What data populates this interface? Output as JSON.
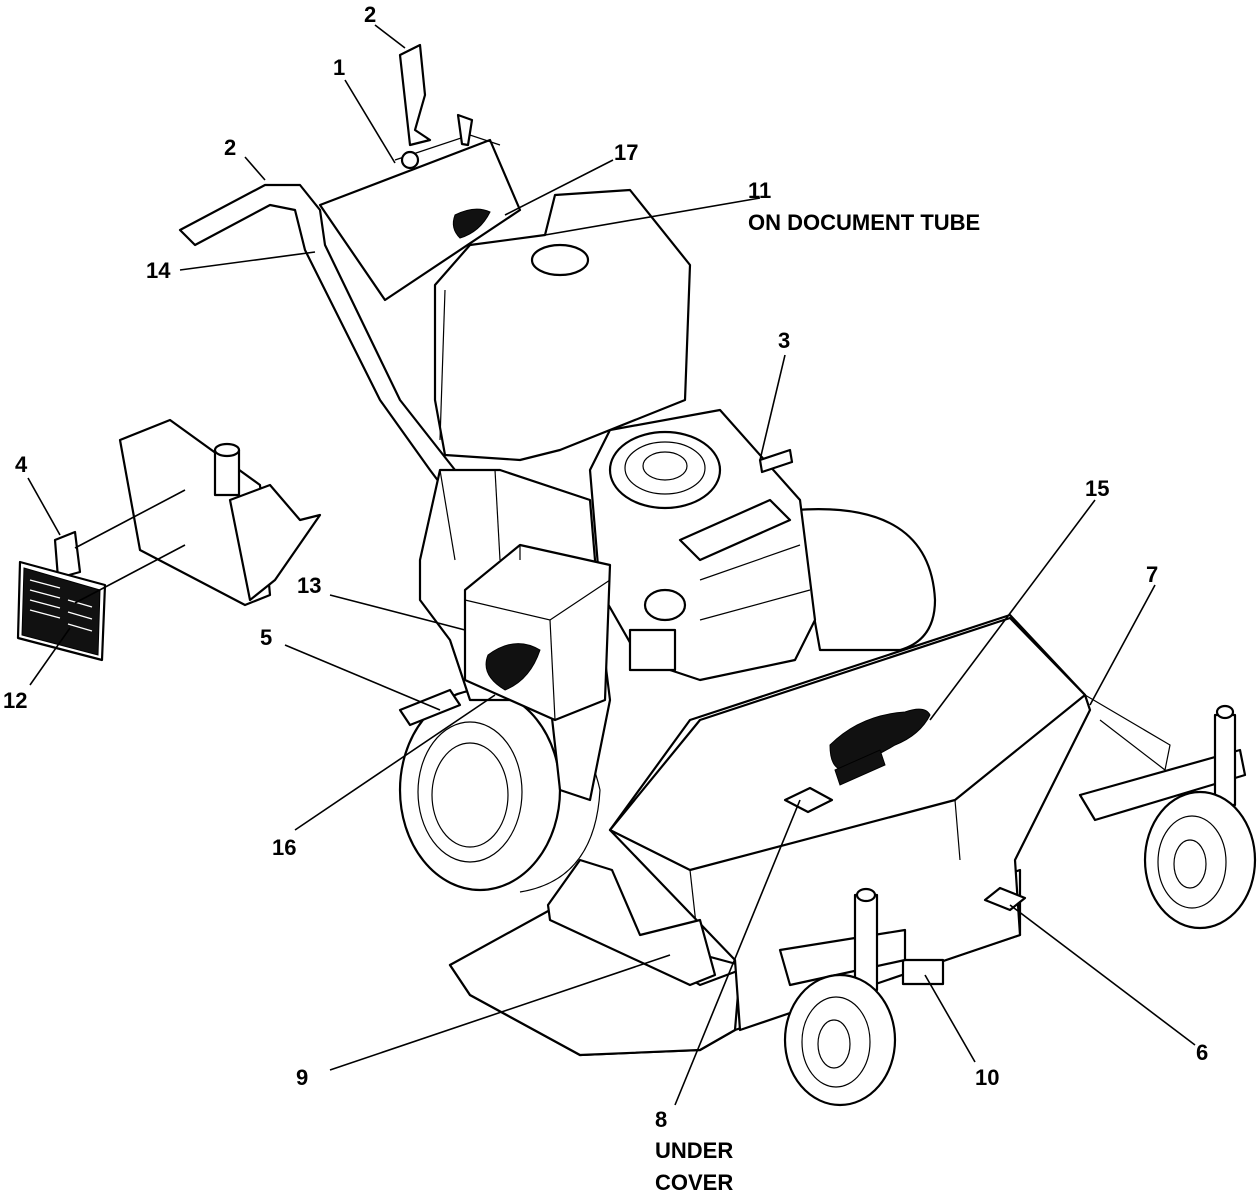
{
  "callouts": {
    "c1": "1",
    "c2a": "2",
    "c2b": "2",
    "c3": "3",
    "c4": "4",
    "c5": "5",
    "c6": "6",
    "c7": "7",
    "c8": "8",
    "c9": "9",
    "c10": "10",
    "c11": "11",
    "c12": "12",
    "c13": "13",
    "c14": "14",
    "c15": "15",
    "c16": "16",
    "c17": "17"
  },
  "notes": {
    "c11_note": "ON DOCUMENT TUBE",
    "c8_note_line1": "UNDER",
    "c8_note_line2": "COVER"
  }
}
